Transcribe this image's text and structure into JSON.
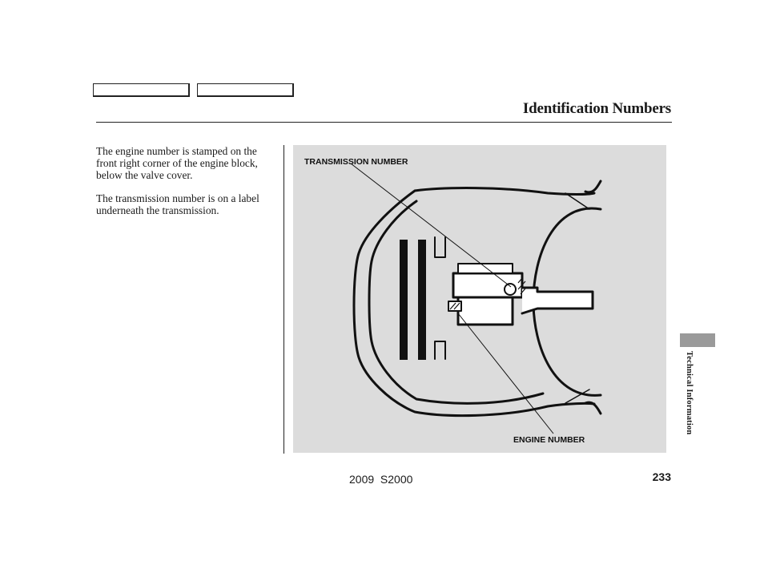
{
  "header": {
    "nav_buttons": [
      "",
      ""
    ],
    "title": "Identification Numbers"
  },
  "content": {
    "paragraphs": [
      "The engine number is stamped on the front right corner of the engine block, below the valve cover.",
      "The transmission number is on a label underneath the transmission."
    ]
  },
  "figure": {
    "callouts": {
      "transmission": "TRANSMISSION NUMBER",
      "engine": "ENGINE NUMBER"
    }
  },
  "sidebar": {
    "section_label": "Technical Information"
  },
  "footer": {
    "model": "2009  S2000",
    "page_number": "233"
  },
  "colors": {
    "panel_background": "#dcdcdc",
    "side_tab": "#9a9a9a"
  }
}
